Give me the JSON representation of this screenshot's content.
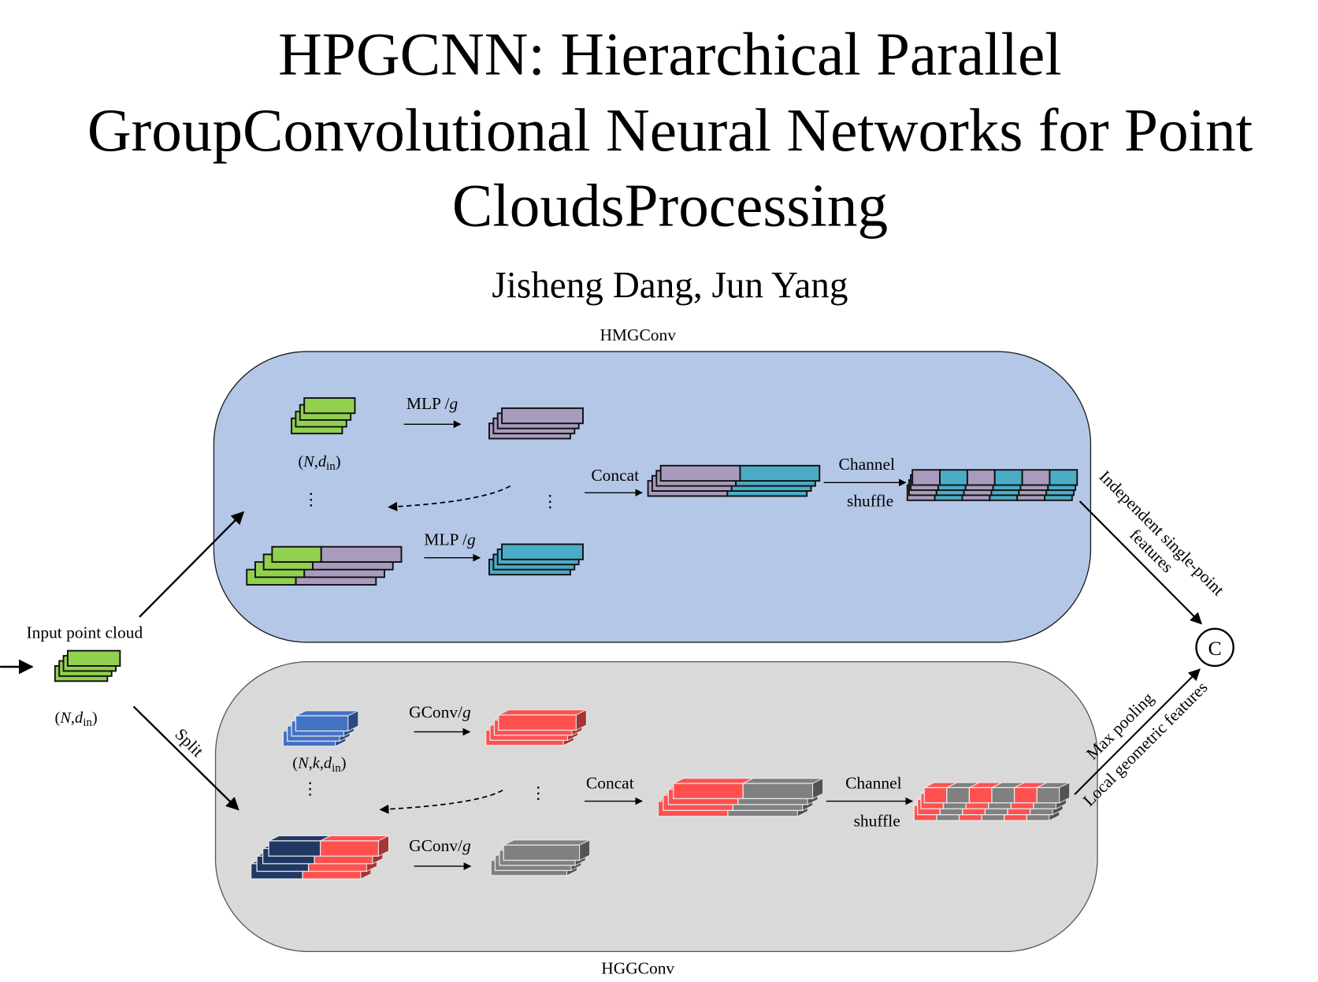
{
  "title": {
    "line1": "HPGCNN: Hierarchical Parallel",
    "line2": "GroupConvolutional Neural Networks for Point",
    "line3": "CloudsProcessing"
  },
  "authors": "Jisheng Dang, Jun Yang",
  "diagram": {
    "hmg_label": "HMGConv",
    "hgg_label": "HGGConv",
    "input_label": "Input point cloud",
    "input_shape": {
      "open": "(",
      "n": "N",
      "comma": ",",
      "d": "d",
      "sub": "in",
      "close": ")"
    },
    "hmg_shape": {
      "open": "(",
      "n": "N",
      "comma": ",",
      "d": "d",
      "sub": "in",
      "close": ")"
    },
    "hgg_shape": {
      "open": "(",
      "n": "N",
      "comma": ",",
      "k": "k",
      "comma2": ",",
      "d": "d",
      "sub": "in",
      "close": ")"
    },
    "split_label": "Split",
    "mlp_top": {
      "text": "MLP /",
      "g": "g"
    },
    "mlp_bottom": {
      "text": "MLP /",
      "g": "g"
    },
    "gconv_top": {
      "text": "GConv/",
      "g": "g"
    },
    "gconv_bottom": {
      "text": "GConv/",
      "g": "g"
    },
    "concat_top": "Concat",
    "concat_bottom": "Concat",
    "channel_top": "Channel",
    "shuffle_top": "shuffle",
    "channel_bottom": "Channel",
    "shuffle_bottom": "shuffle",
    "independent_line1": "Independent single-point",
    "independent_line2": "features",
    "maxpool_label": "Max pooling",
    "local_label": "Local geometric features",
    "concat_node": "C",
    "ellipsis": "⋮"
  },
  "colors": {
    "hmg_bg": "#b4c7e7",
    "hgg_bg": "#d9d9d9",
    "green": "#92d050",
    "purple": "#a99bbd",
    "cyan": "#4bacc6",
    "blue": "#4472c4",
    "navy": "#1f3864",
    "red": "#ff5050",
    "gray": "#808080"
  }
}
